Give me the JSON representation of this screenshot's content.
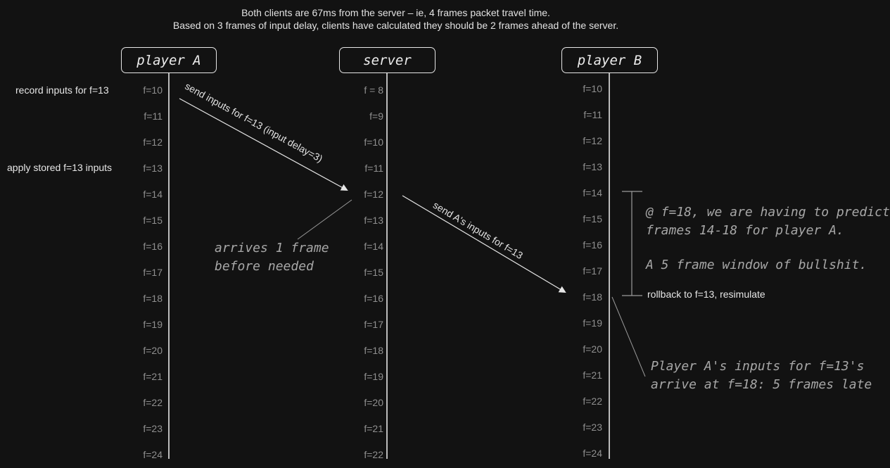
{
  "header": {
    "line1": "Both clients are 67ms from the server – ie, 4 frames packet travel time.",
    "line2": "Based on 3 frames of input delay, clients have calculated they should be 2 frames ahead of the server."
  },
  "lanes": {
    "player_a": {
      "title": "player A",
      "frames": [
        "f=10",
        "f=11",
        "f=12",
        "f=13",
        "f=14",
        "f=15",
        "f=16",
        "f=17",
        "f=18",
        "f=19",
        "f=20",
        "f=21",
        "f=22",
        "f=23",
        "f=24"
      ]
    },
    "server": {
      "title": "server",
      "frames": [
        "f = 8",
        "f=9",
        "f=10",
        "f=11",
        "f=12",
        "f=13",
        "f=14",
        "f=15",
        "f=16",
        "f=17",
        "f=18",
        "f=19",
        "f=20",
        "f=21",
        "f=22"
      ]
    },
    "player_b": {
      "title": "player B",
      "frames": [
        "f=10",
        "f=11",
        "f=12",
        "f=13",
        "f=14",
        "f=15",
        "f=16",
        "f=17",
        "f=18",
        "f=19",
        "f=20",
        "f=21",
        "f=22",
        "f=23",
        "f=24"
      ]
    }
  },
  "notes": {
    "record_inputs": "record inputs for f=13",
    "apply_inputs": "apply stored f=13 inputs",
    "rollback": "rollback to f=13, resimulate"
  },
  "arrows": {
    "a_to_server": "send inputs for f=13 (input delay=3)",
    "server_to_b": "send A's inputs for f=13"
  },
  "handwritten": {
    "arrives_early": [
      "arrives 1 frame",
      "before needed"
    ],
    "predict": [
      "@ f=18, we are having to predict",
      "frames 14-18 for player A."
    ],
    "window": "A 5 frame window of bullshit.",
    "late": [
      "Player A's inputs for f=13's",
      "arrive at f=18: 5 frames late"
    ]
  },
  "colors": {
    "background": "#121212",
    "line": "#e6e6e6",
    "frame_text": "#8f8f8f",
    "handwritten_text": "#a7a7a7"
  }
}
